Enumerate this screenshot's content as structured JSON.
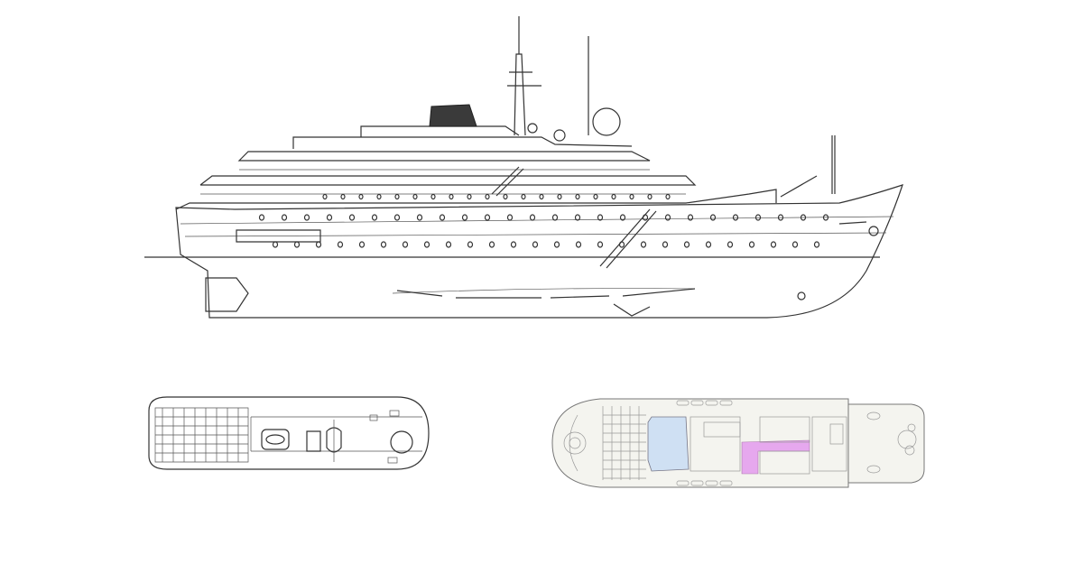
{
  "drawing": {
    "views": [
      "side-profile",
      "upper-deck-plan",
      "main-deck-plan"
    ],
    "colors": {
      "line": "#333333",
      "funnel": "#3a3a3a",
      "plan_fill": "#f4f4ef",
      "highlight_blue": "#cfe0f3",
      "highlight_pink": "#e6a8ee"
    },
    "portholes": {
      "hull_row": 26,
      "lower_deck_row": 26,
      "upper_deck_row": 20
    }
  }
}
